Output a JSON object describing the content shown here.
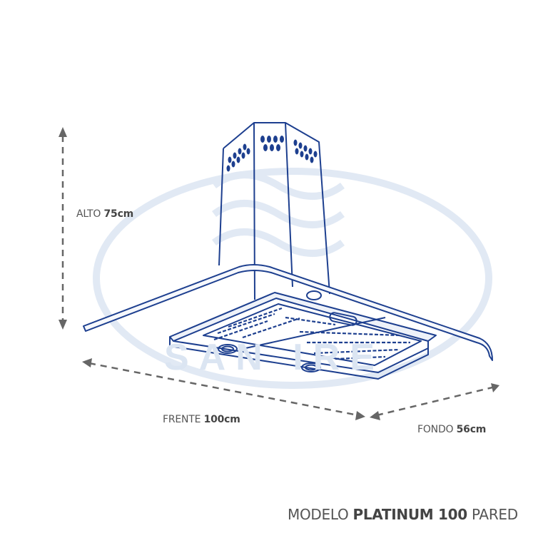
{
  "dimensions": {
    "height": {
      "label": "ALTO",
      "value": "75cm"
    },
    "front": {
      "label": "FRENTE",
      "value": "100cm"
    },
    "depth": {
      "label": "FONDO",
      "value": "56cm"
    }
  },
  "model": {
    "prefix": "MODELO",
    "name": "PLATINUM 100",
    "suffix": "PARED"
  },
  "watermark_text": "SAN IRE",
  "colors": {
    "line": "#1d3f8f",
    "watermark": "#dce6f2",
    "arrow": "#666666",
    "text": "#555555"
  }
}
